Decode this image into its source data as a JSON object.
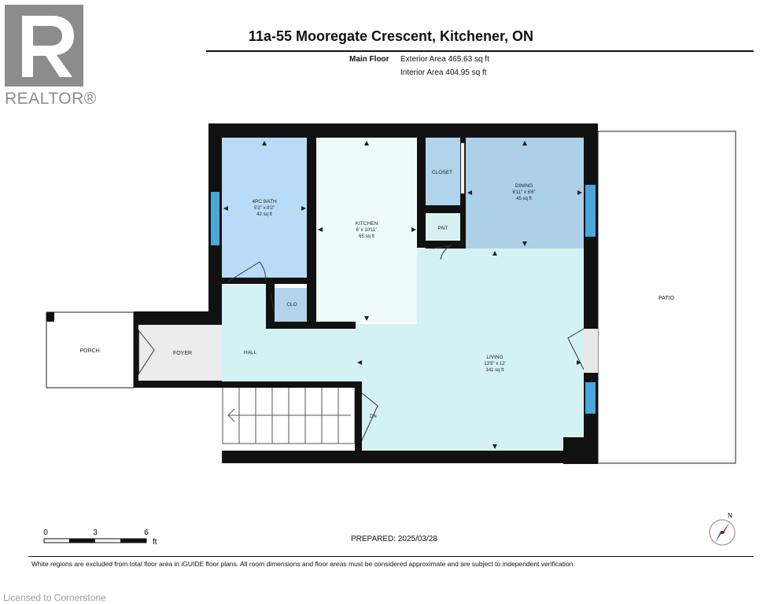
{
  "brand": {
    "wordmark": "REALTOR®",
    "logo_icon": "realtor-r-logo",
    "logo_color": "#8c8c8c"
  },
  "header": {
    "title": "11a-55 Mooregate Crescent, Kitchener, ON",
    "floor": "Main Floor",
    "exterior_area": "Exterior Area 465.63 sq ft",
    "interior_area": "Interior Area 404.95 sq ft"
  },
  "rooms": {
    "bath": {
      "name": "4PC BATH",
      "dims": "5'2\" x 8'2\"",
      "area": "42 sq ft"
    },
    "kitchen": {
      "name": "KITCHEN",
      "dims": "6' x 10'11\"",
      "area": "65 sq ft"
    },
    "closet": {
      "name": "CLOSET"
    },
    "pantry": {
      "name": "PNT"
    },
    "dining": {
      "name": "DINING",
      "dims": "6'11\" x 6'6\"",
      "area": "45 sq ft"
    },
    "clo": {
      "name": "CLO"
    },
    "hall": {
      "name": "HALL"
    },
    "foyer": {
      "name": "FOYER"
    },
    "porch": {
      "name": "PORCH"
    },
    "living": {
      "name": "LIVING",
      "dims": "13'5\" x 12'",
      "area": "141 sq ft"
    },
    "patio": {
      "name": "PATIO"
    },
    "stairs": {
      "label": "DN"
    }
  },
  "colors": {
    "bath": "#b8dcf7",
    "kitchen": "#eefbf8",
    "closet": "#b2d4ea",
    "dining": "#acd0e8",
    "living": "#d4f2f3",
    "hall": "#d4f2f3",
    "window": "#4aa7dc",
    "wall": "#111111"
  },
  "scale": {
    "labels": [
      "0",
      "3",
      "6"
    ],
    "unit": "ft"
  },
  "prepared": "PREPARED:  2025/03/28",
  "compass": {
    "label": "N",
    "icon": "compass-icon"
  },
  "disclaimer": "White regions are excluded from total floor area in iGUIDE floor plans. All room dimensions and floor areas must be considered approximate and are subject to independent verification.",
  "licensed": "Licensed to Cornerstone"
}
